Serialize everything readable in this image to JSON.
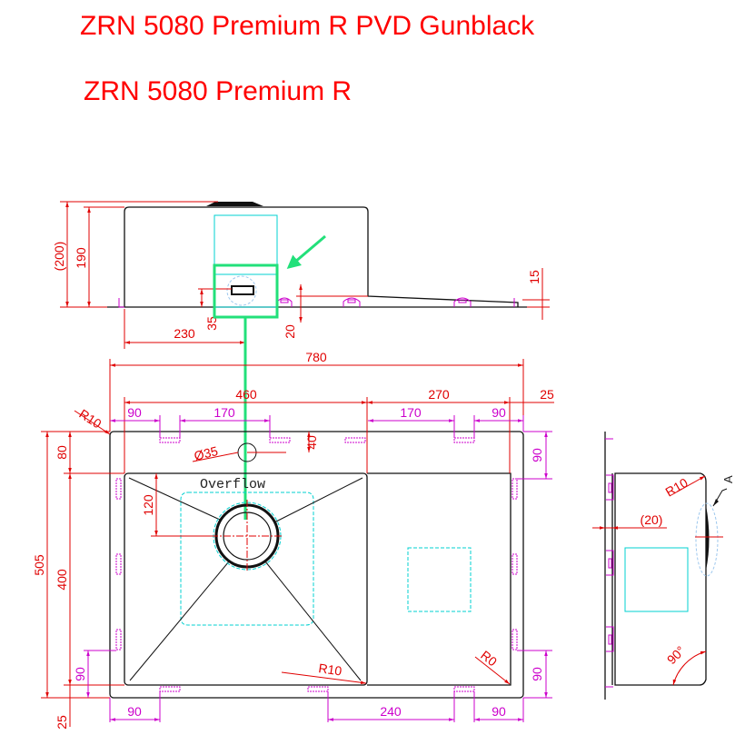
{
  "titles": {
    "main": "ZRN 5080 Premium R PVD Gunblack",
    "sub": "ZRN 5080 Premium R"
  },
  "front_view": {
    "dims": {
      "overall_height": "(200)",
      "height": "190",
      "drain_offset": "230",
      "drain_height": "35",
      "drainboard_step": "20",
      "end_height": "15"
    }
  },
  "plan_view": {
    "dims": {
      "overall_width": "780",
      "bowl_width": "460",
      "drainboard_width": "270",
      "edge_right": "25",
      "clip_left": "90",
      "clip_span_left": "170",
      "clip_span_right": "170",
      "clip_right": "90",
      "overall_depth": "505",
      "top_margin": "80",
      "bowl_depth": "400",
      "bottom_margin": "25",
      "clip_bottom_left_v": "90",
      "clip_top_right_v": "90",
      "clip_bottom_right_v": "90",
      "bottom_clip_left": "90",
      "bottom_clip_span": "240",
      "bottom_clip_right": "90",
      "tap_hole": "Ø35",
      "tap_offset": "40",
      "drain_offset": "120",
      "corner_radius_outer": "R10",
      "corner_radius_bowl": "R10",
      "corner_radius_drainboard": "R0"
    },
    "overflow_label": "Overflow"
  },
  "side_view": {
    "dims": {
      "radius": "R10",
      "thickness": "(20)",
      "angle": "90°",
      "detail": "A"
    }
  },
  "colors": {
    "dimension": "#e00000",
    "clip_dimension": "#cc00cc",
    "hidden": "#00d0d0",
    "highlight": "#22e07a"
  }
}
